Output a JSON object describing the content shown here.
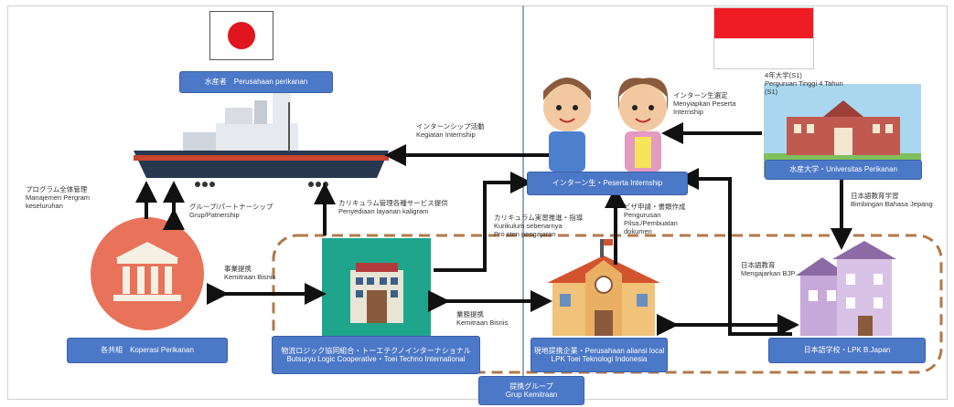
{
  "boxes": {
    "fishery_company": "水産者　Perusahaan perikanan",
    "koperasi": "各共組　Koperasi Perikanan",
    "butsuryu_line1": "物流ロジック協同組合・トーエテクノインターナショナル",
    "butsuryu_line2": "Butsuryu Logic Cooperative・Toei Techno International",
    "intern": "インターン生・Peserta Internship",
    "university": "水産大学・Universitas Perikanan",
    "lpk_toei_line1": "現地提携企業・Perusahaan aliansi local",
    "lpk_toei_line2": "LPK Toei Teknologi Indonesia",
    "lpk_bjapan": "日本語学校・LPK B.Japan",
    "grup_kemitraan_line1": "提携グループ",
    "grup_kemitraan_line2": "Grup Kemitraan"
  },
  "labels": {
    "program_mgmt_jp": "プログラム全体管理",
    "program_mgmt_id": "Manajemen Pergram keseluruhan",
    "group_partner_jp": "グループ/パートナーシップ",
    "group_partner_id": "Grup/Patnership",
    "internship_act_jp": "インターンシップ活動",
    "internship_act_id": "Kegiatan Internship",
    "curriculum_mgmt_jp": "カリキュラム管理各種サービス提供",
    "curriculum_mgmt_id": "Penyediaan layanan kaligram",
    "business_jp_1": "事業提携",
    "business_id_1": "Kemitraan Bisnis",
    "business_jp_2": "業務提携",
    "business_id_2": "Kemitraan Bisnis",
    "curriculum_impl_jp": "カリキュラム実習推進・指導",
    "curriculum_impl_id1": "Kurikulum sebenarnya",
    "curriculum_impl_id2": "Pro sten pengajaran",
    "visa_jp": "ビザ申請・書類作成",
    "visa_id1": "Pengurusan",
    "visa_id2": "Pilsa./Pembuatan",
    "visa_id3": "dokumen",
    "prepare_jp": "インターン生選定",
    "prepare_id1": "Menyiapkan Peserta",
    "prepare_id2": "Internship",
    "univ_type_jp": "4年大学(S1)",
    "univ_type_id1": "Perguruan Tinggi 4 Tahun",
    "univ_type_id2": "(S1)",
    "language_guide_jp": "日本語教育学習",
    "language_guide_id": "Bimbingan Bahasa Jepang",
    "teach_bjp_jp": "日本語教育",
    "teach_bjp_id": "Mengajarkan BJP"
  },
  "colors": {
    "box_blue": "#4c78c8",
    "arrow_black": "#111111",
    "dashed_brown": "#b07a4a",
    "teal_building": "#1fa58c",
    "coral_circle": "#e8735a",
    "ship_navy": "#27384f",
    "ship_red": "#c8432f",
    "flag_red": "#e0151d"
  },
  "icons": [
    "japan-flag-icon",
    "indonesia-flag-icon",
    "fishing-ship-icon",
    "bank-building-icon",
    "office-building-icon",
    "school-building-icon",
    "houses-icon",
    "university-building-icon",
    "boy-student-icon",
    "girl-student-icon"
  ]
}
